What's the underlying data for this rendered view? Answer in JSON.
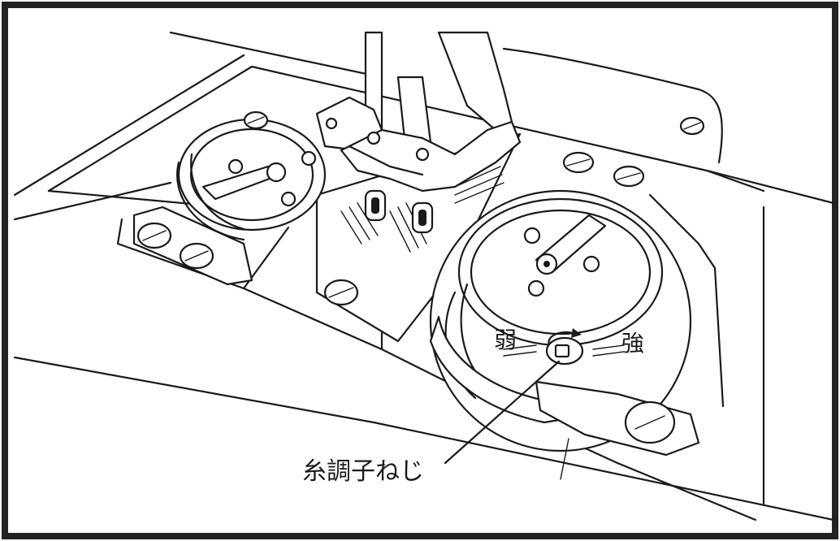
{
  "labels": {
    "callout": "糸調子ねじ",
    "weak": "弱",
    "strong": "強"
  },
  "colors": {
    "line": "#1a1a1a",
    "background": "#ffffff",
    "frame": "#222222"
  }
}
